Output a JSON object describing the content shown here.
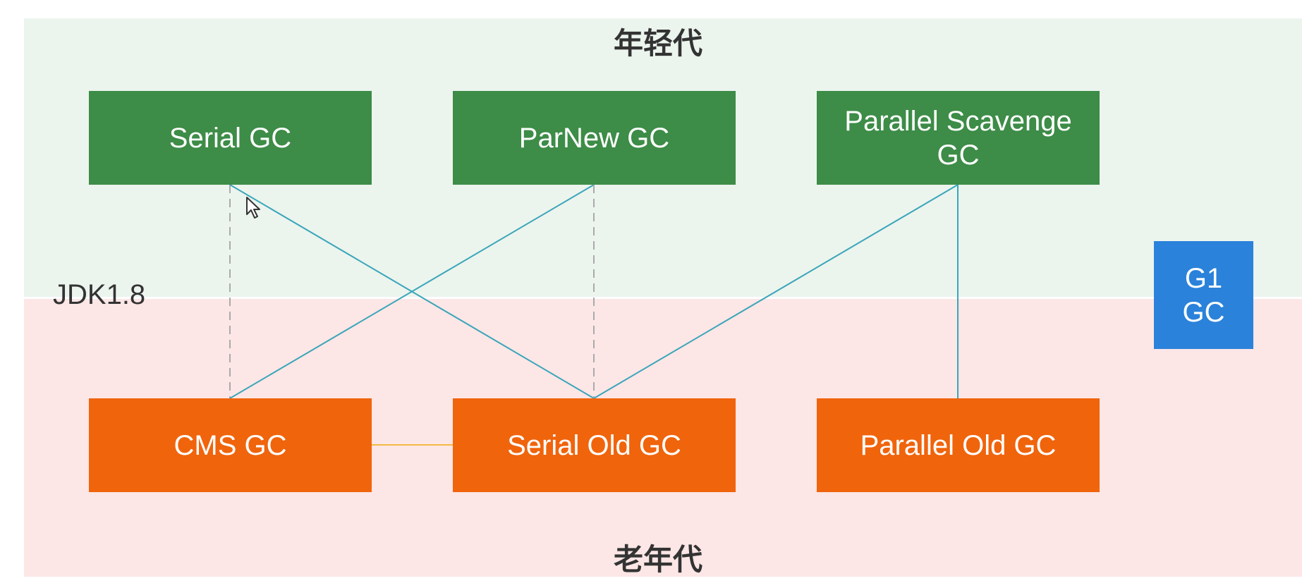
{
  "regions": {
    "young": "年轻代",
    "old": "老年代"
  },
  "jdk_label": "JDK1.8",
  "collectors": {
    "serial": "Serial GC",
    "parnew": "ParNew GC",
    "parallel_scavenge": "Parallel Scavenge GC",
    "cms": "CMS GC",
    "serial_old": "Serial Old GC",
    "parallel_old": "Parallel Old GC",
    "g1": "G1 GC"
  },
  "links": [
    {
      "from": "serial",
      "to": "cms",
      "style": "dashed"
    },
    {
      "from": "serial",
      "to": "serial_old",
      "style": "solid"
    },
    {
      "from": "parnew",
      "to": "cms",
      "style": "solid"
    },
    {
      "from": "parnew",
      "to": "serial_old",
      "style": "dashed"
    },
    {
      "from": "parallel_scavenge",
      "to": "serial_old",
      "style": "solid"
    },
    {
      "from": "parallel_scavenge",
      "to": "parallel_old",
      "style": "solid"
    },
    {
      "from": "cms",
      "to": "serial_old",
      "style": "backup"
    }
  ],
  "colors": {
    "young_band": "#ecf4ee",
    "old_band": "#fde6e6",
    "young_box": "#3d8c47",
    "old_box": "#f0640c",
    "g1_box": "#2a82da",
    "link": "#3aa6b9",
    "dashed_link": "#aaaaaa",
    "backup_link": "#f5b942"
  }
}
